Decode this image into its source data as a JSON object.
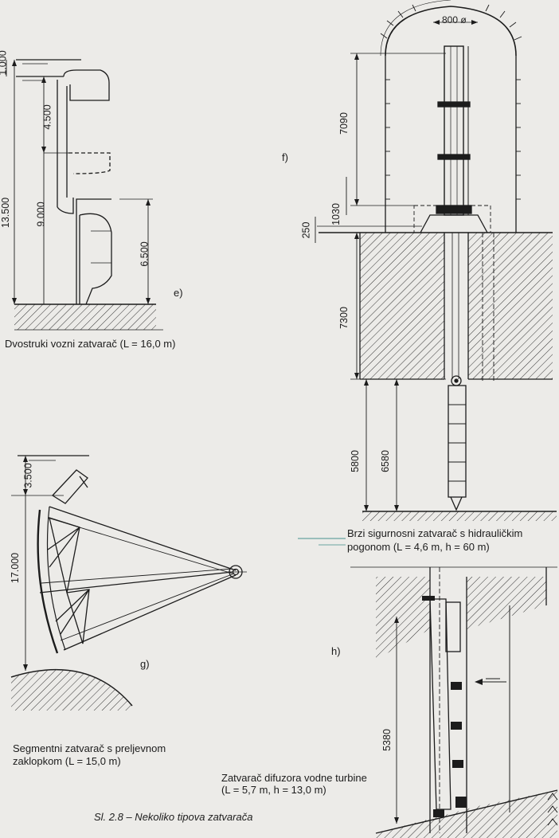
{
  "panels": {
    "e": {
      "label": "e)",
      "caption": "Dvostruki vozni zatvarač (L = 16,0 m)",
      "dims": [
        "1.000",
        "4.500",
        "13.500",
        "9.000",
        "6.500"
      ]
    },
    "f": {
      "label": "f)",
      "caption_line1": "Brzi sigurnosni zatvarač s hidrauličkim",
      "caption_line2": "pogonom (L = 4,6 m, h = 60 m)",
      "dims": [
        "800 ø",
        "7090",
        "1030",
        "250",
        "7300",
        "5800",
        "6580"
      ]
    },
    "g": {
      "label": "g)",
      "caption_line1": "Segmentni zatvarač s preljevnom",
      "caption_line2": "zaklopkom (L = 15,0 m)",
      "dims": [
        "3.500",
        "17.000"
      ]
    },
    "h": {
      "label": "h)",
      "caption_line1": "Zatvarač difuzora vodne turbine",
      "caption_line2": "(L = 5,7 m, h = 13,0 m)",
      "dims": [
        "5380"
      ]
    }
  },
  "figure_caption": "Sl. 2.8 – Nekoliko tipova zatvarača",
  "colors": {
    "ink": "#1c1c1c",
    "paper": "#ecebe8",
    "accent": "#6aa4a0"
  }
}
